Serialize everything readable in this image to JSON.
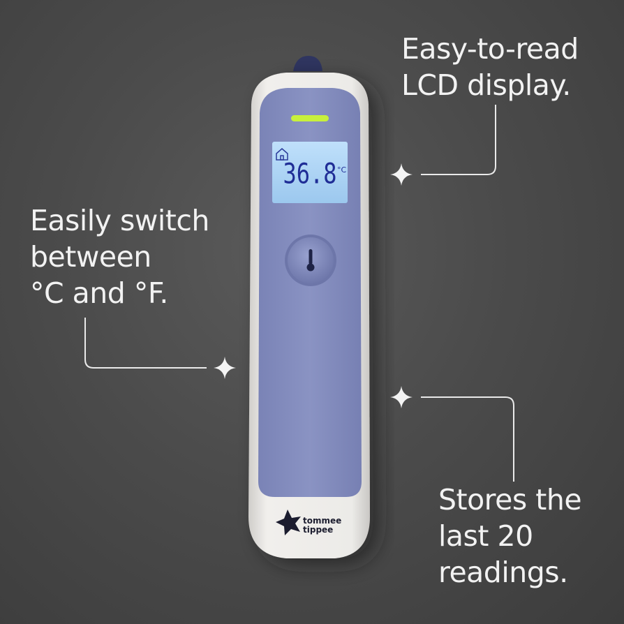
{
  "callouts": {
    "display": [
      "Easy-to-read",
      "LCD display."
    ],
    "switch": [
      "Easily switch",
      "between",
      "°C and °F."
    ],
    "memory": [
      "Stores the",
      "last 20",
      "readings."
    ]
  },
  "lcd": {
    "reading": "36.8",
    "unit": "°C"
  },
  "brand": {
    "line1": "tommee",
    "line2": "tippee"
  },
  "colors": {
    "background": "#4b4b4b",
    "device_shell": "#e8e6e2",
    "device_face": "#8790c0",
    "lcd": "#a9d2f2",
    "indicator": "#c8f03c"
  },
  "icons": [
    "home-icon",
    "thermometer-button-icon",
    "sparkle-icon",
    "brand-star-icon"
  ]
}
